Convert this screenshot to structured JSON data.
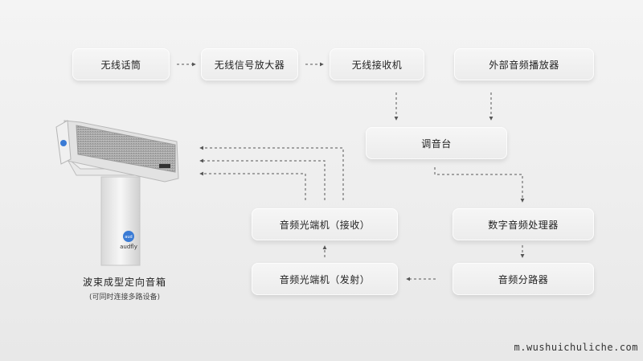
{
  "nodes": {
    "wireless_mic": "无线话筒",
    "wireless_amplifier": "无线信号放大器",
    "wireless_receiver": "无线接收机",
    "external_player": "外部音频播放器",
    "mixer": "调音台",
    "optical_receiver": "音频光端机（接收）",
    "digital_processor": "数字音频处理器",
    "optical_transmitter": "音频光端机（发射）",
    "splitter": "音频分路器"
  },
  "speaker": {
    "caption": "波束成型定向音箱",
    "subcaption": "(可同时连接多路设备)",
    "brand": "audfly"
  },
  "watermark": "m.wushuichuliche.com",
  "colors": {
    "arrow": "#555555",
    "node_bg": "#efefef",
    "logo_blue": "#3a7bd5"
  }
}
